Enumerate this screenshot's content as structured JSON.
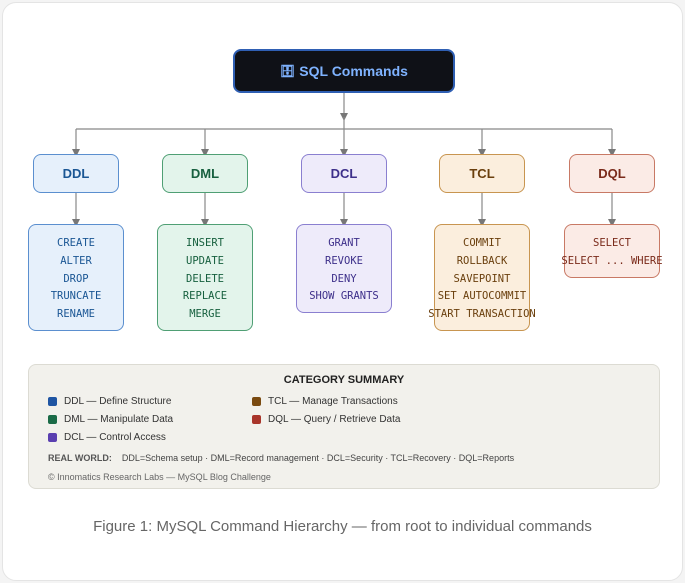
{
  "root": {
    "icon": "🗄",
    "label": "SQL Commands"
  },
  "categories": [
    {
      "name": "DDL",
      "color": "#1a5694",
      "bg": "#e6f0fb",
      "border": "#5b8fcf",
      "commands": [
        "CREATE",
        "ALTER",
        "DROP",
        "TRUNCATE",
        "RENAME"
      ]
    },
    {
      "name": "DML",
      "color": "#17603f",
      "bg": "#e3f4eb",
      "border": "#4f9f74",
      "commands": [
        "INSERT",
        "UPDATE",
        "DELETE",
        "REPLACE",
        "MERGE"
      ]
    },
    {
      "name": "DCL",
      "color": "#3d2f8a",
      "bg": "#eeebfa",
      "border": "#8a7fd0",
      "commands": [
        "GRANT",
        "REVOKE",
        "DENY",
        "SHOW GRANTS"
      ]
    },
    {
      "name": "TCL",
      "color": "#6a3f0d",
      "bg": "#fbeedd",
      "border": "#c89550",
      "commands": [
        "COMMIT",
        "ROLLBACK",
        "SAVEPOINT",
        "SET AUTOCOMMIT",
        "START TRANSACTION"
      ]
    },
    {
      "name": "DQL",
      "color": "#7a2a1a",
      "bg": "#fbebe6",
      "border": "#c87965",
      "commands": [
        "SELECT",
        "SELECT ... WHERE"
      ]
    }
  ],
  "summary": {
    "title": "CATEGORY SUMMARY",
    "legend": [
      {
        "label": "DDL — Define Structure",
        "color": "#1f55a3"
      },
      {
        "label": "DML — Manipulate Data",
        "color": "#1a6b47"
      },
      {
        "label": "DCL — Control Access",
        "color": "#5a3fb0"
      },
      {
        "label": "TCL — Manage Transactions",
        "color": "#7a4a10"
      },
      {
        "label": "DQL — Query / Retrieve Data",
        "color": "#a8352a"
      }
    ],
    "real_world_label": "REAL WORLD:",
    "real_world_text": "DDL=Schema setup · DML=Record management · DCL=Security · TCL=Recovery · DQL=Reports",
    "credit": "© Innomatics Research Labs — MySQL Blog Challenge"
  },
  "caption": "Figure 1: MySQL Command Hierarchy — from root to individual commands"
}
